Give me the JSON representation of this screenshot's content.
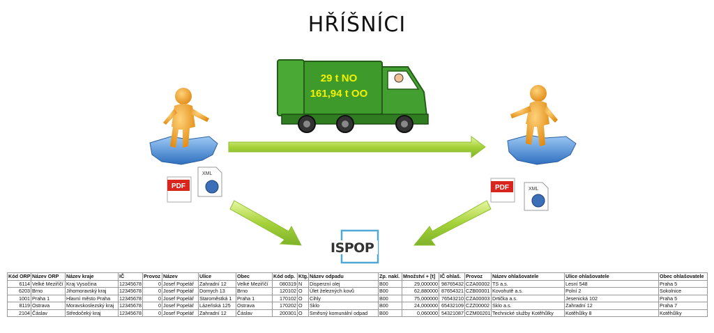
{
  "title": "HŘÍŠNÍCI",
  "truck": {
    "line1": "29 t NO",
    "line2": "161,94 t OO"
  },
  "documents": {
    "pdf_label": "PDF",
    "xml_label": "XML"
  },
  "ispop_label": "ISPOP",
  "colors": {
    "truck_green": "#3f9a2c",
    "arrow_green": "#a6d23a",
    "figure_orange": "#f5a623",
    "puzzle_blue": "#4a90d9",
    "ispop_border": "#4fa8d6"
  },
  "table": {
    "headers": [
      "Kód ORP",
      "Název ORP",
      "Název kraje",
      "IČ",
      "Provoz",
      "Název",
      "Ulice",
      "Obec",
      "Kód odp.",
      "Ktg.",
      "Název odpadu",
      "Zp. nakl.",
      "Množství + [t]",
      "IČ ohlaš.",
      "Provoz",
      "Název ohlašovatele",
      "Ulice ohlašovatele",
      "Obec ohlašovatele"
    ],
    "rows": [
      [
        "6114",
        "Velké Meziříčí",
        "Kraj Vysočina",
        "12345678",
        "0",
        "Josef Popelář",
        "Zahradní 12",
        "Velké Meziříčí",
        "080319",
        "N",
        "Disperzní olej",
        "B00",
        "29,000000",
        "98765432",
        "CZA00002",
        "TS a.s.",
        "Lesní 548",
        "Praha 5"
      ],
      [
        "6203",
        "Brno",
        "Jihomoravský kraj",
        "12345678",
        "0",
        "Josef Popelář",
        "Dornych 13",
        "Brno",
        "120102",
        "O",
        "Úlet železných kovů",
        "B00",
        "62,880000",
        "87654321",
        "CZB00001",
        "Kovohutě a.s.",
        "Polní 2",
        "Sokolnice"
      ],
      [
        "1001",
        "Praha 1",
        "Hlavní město Praha",
        "12345678",
        "0",
        "Josef Popelář",
        "Staroměstká 1",
        "Praha 1",
        "170102",
        "O",
        "Cihly",
        "B00",
        "75,000000",
        "76543210",
        "CZA00003",
        "Drtička a.s.",
        "Jesenická 102",
        "Praha 5"
      ],
      [
        "8119",
        "Ostrava",
        "Moravskoslezský kraj",
        "12345678",
        "0",
        "Josef Popelář",
        "Lázeňská 125",
        "Ostrava",
        "170202",
        "O",
        "Sklo",
        "B00",
        "24,000000",
        "65432109",
        "CZZ00002",
        "Sklo a.s.",
        "Zahradní 12",
        "Praha 7"
      ],
      [
        "2104",
        "Čáslav",
        "Středočeký kraj",
        "12345678",
        "0",
        "Josef Popelář",
        "Zahradní 12",
        "Čáslav",
        "200301",
        "O",
        "Směsný komunální odpad",
        "B00",
        "0,060000",
        "54321087",
        "CZM00201",
        "Technické služby Kotěhůlky",
        "Kotěhůlky 8",
        "Kotěhůlky"
      ]
    ]
  }
}
